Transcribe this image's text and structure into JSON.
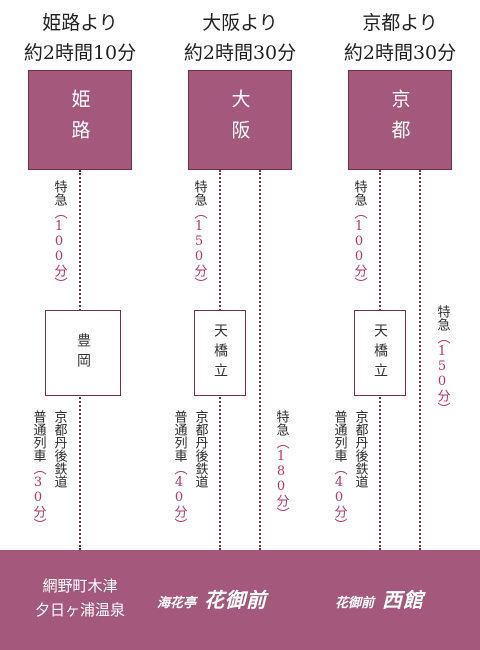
{
  "routes": [
    {
      "from": "姫路より",
      "time": "約2時間10分",
      "city": "姫路"
    },
    {
      "from": "大阪より",
      "time": "約2時間30分",
      "city": "大阪"
    },
    {
      "from": "京都より",
      "time": "約2時間30分",
      "city": "京都"
    }
  ],
  "stations": {
    "toyooka": "豊岡",
    "amanohashidate1": "天橋立",
    "amanohashidate2": "天橋立"
  },
  "labels": {
    "himeji_express": {
      "name": "特急",
      "time": "（100分）"
    },
    "osaka_express": {
      "name": "特急",
      "time": "（150分）"
    },
    "kyoto_express": {
      "name": "特急",
      "time": "（100分）"
    },
    "kyoto_express_direct": {
      "name": "特急",
      "time": "（150分）"
    },
    "osaka_express_lower": {
      "name": "特急",
      "time": "（180分）"
    },
    "tango_railway": "京都丹後鉄道",
    "local_train": "普通列車",
    "local_30": "（30分）",
    "local_40a": "（40分）",
    "local_40b": "（40分）"
  },
  "destination": {
    "area_line1": "網野町木津",
    "area_line2": "夕日ヶ浦温泉",
    "inn1_prefix": "海花亭",
    "inn1_name": "花御前",
    "inn2_prefix": "花御前",
    "inn2_name": "西館"
  },
  "colors": {
    "brand": "#a4587c",
    "accent": "#b4356c",
    "line": "#6e2f4c"
  }
}
